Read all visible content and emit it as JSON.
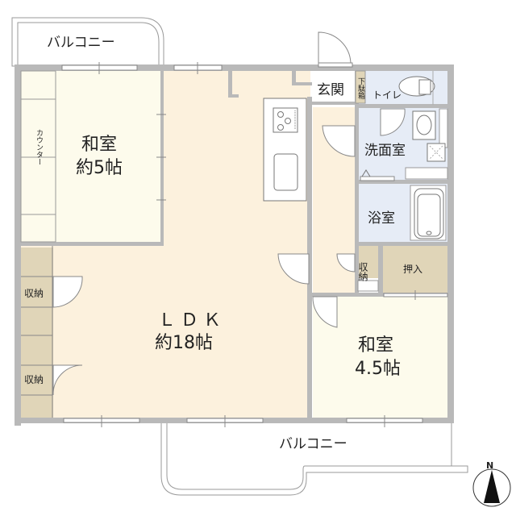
{
  "floorplan": {
    "colors": {
      "wall": "#b9b9b9",
      "ldk_floor": "#fcf1dd",
      "washitsu_floor": "#fdfbec",
      "wet_area_floor": "#e6ecf6",
      "storage_floor": "#e0d5b8",
      "white": "#ffffff"
    },
    "rooms": {
      "ldk": {
        "name": "ＬＤＫ",
        "size": "約18帖"
      },
      "washitsu_1": {
        "name": "和室",
        "size": "約5帖"
      },
      "washitsu_2": {
        "name": "和室",
        "size": "4.5帖"
      },
      "genkan": {
        "name": "玄関"
      },
      "getabako": {
        "name": "下駄箱"
      },
      "toilet": {
        "name": "トイレ"
      },
      "senmenjo": {
        "name": "洗面室"
      },
      "bathroom": {
        "name": "浴室"
      },
      "oshiire": {
        "name": "押入"
      },
      "shuno_hall": {
        "name": "収納"
      },
      "shuno_ldk_1": {
        "name": "収納"
      },
      "shuno_ldk_2": {
        "name": "収納"
      },
      "counter": {
        "name": "カウンター"
      },
      "balcony_top": {
        "name": "バルコニー"
      },
      "balcony_bottom": {
        "name": "バルコニー"
      }
    },
    "compass": {
      "label": "N",
      "direction": "up"
    }
  }
}
